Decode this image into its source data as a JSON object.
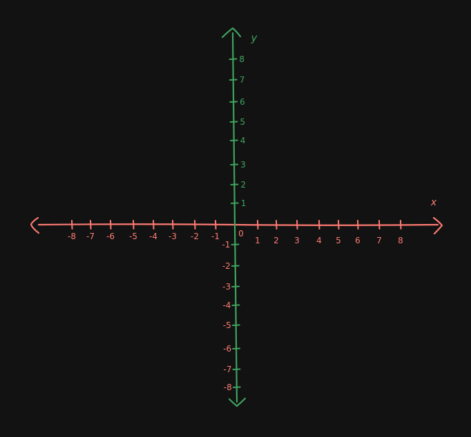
{
  "diagram": {
    "background_color": "#121212",
    "x_axis": {
      "label": "x",
      "color": "#ff7b73",
      "tick_values": [
        -8,
        -7,
        -6,
        -5,
        -4,
        -3,
        -2,
        -1,
        1,
        2,
        3,
        4,
        5,
        6,
        7,
        8
      ],
      "tick_labels": [
        "-8",
        "-7",
        "-6",
        "-5",
        "-4",
        "-3",
        "-2",
        "-1",
        "1",
        "2",
        "3",
        "4",
        "5",
        "6",
        "7",
        "8"
      ]
    },
    "y_axis": {
      "label": "y",
      "color": "#3fa35e",
      "tick_values": [
        8,
        7,
        6,
        5,
        4,
        3,
        2,
        1,
        -1,
        -2,
        -3,
        -4,
        -5,
        -6,
        -7,
        -8
      ],
      "tick_labels": [
        "8",
        "7",
        "6",
        "5",
        "4",
        "3",
        "2",
        "1",
        "-1",
        "-2",
        "-3",
        "-4",
        "-5",
        "-6",
        "-7",
        "-8"
      ]
    },
    "origin_label": "0"
  }
}
